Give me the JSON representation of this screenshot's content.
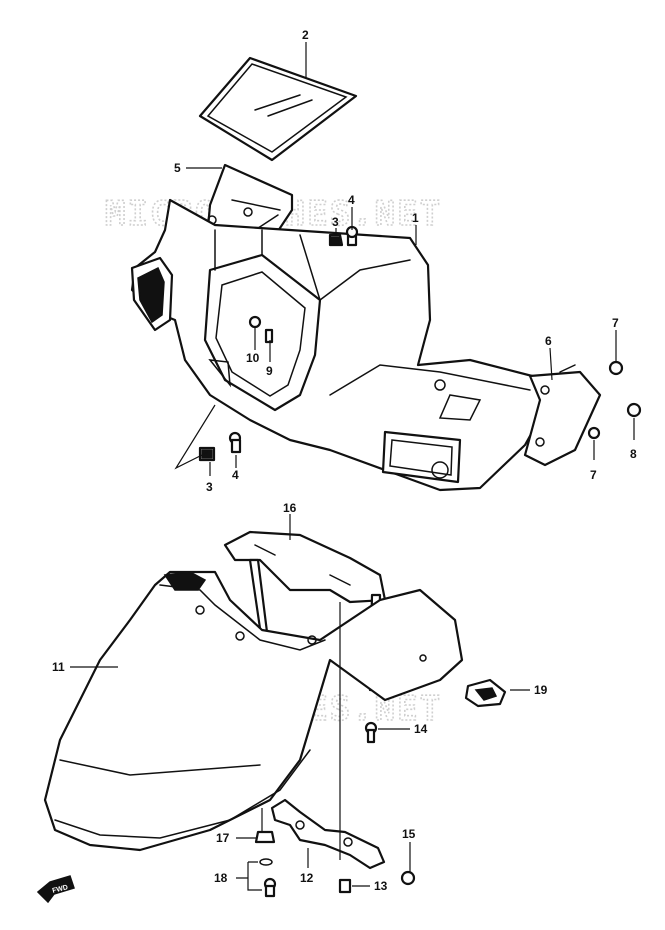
{
  "watermark_text": "MICROFICHES.NET",
  "parts": [
    {
      "id": "label-2",
      "text": "2"
    },
    {
      "id": "label-5",
      "text": "5"
    },
    {
      "id": "label-4a",
      "text": "4"
    },
    {
      "id": "label-3a",
      "text": "3"
    },
    {
      "id": "label-1",
      "text": "1"
    },
    {
      "id": "label-10",
      "text": "10"
    },
    {
      "id": "label-9",
      "text": "9"
    },
    {
      "id": "label-6",
      "text": "6"
    },
    {
      "id": "label-7a",
      "text": "7"
    },
    {
      "id": "label-8",
      "text": "8"
    },
    {
      "id": "label-7b",
      "text": "7"
    },
    {
      "id": "label-3b",
      "text": "3"
    },
    {
      "id": "label-4b",
      "text": "4"
    },
    {
      "id": "label-16",
      "text": "16"
    },
    {
      "id": "label-11",
      "text": "11"
    },
    {
      "id": "label-19",
      "text": "19"
    },
    {
      "id": "label-14",
      "text": "14"
    },
    {
      "id": "label-15",
      "text": "15"
    },
    {
      "id": "label-17",
      "text": "17"
    },
    {
      "id": "label-12",
      "text": "12"
    },
    {
      "id": "label-18",
      "text": "18"
    },
    {
      "id": "label-13",
      "text": "13"
    }
  ],
  "fwd_arrow_text": "FWD"
}
